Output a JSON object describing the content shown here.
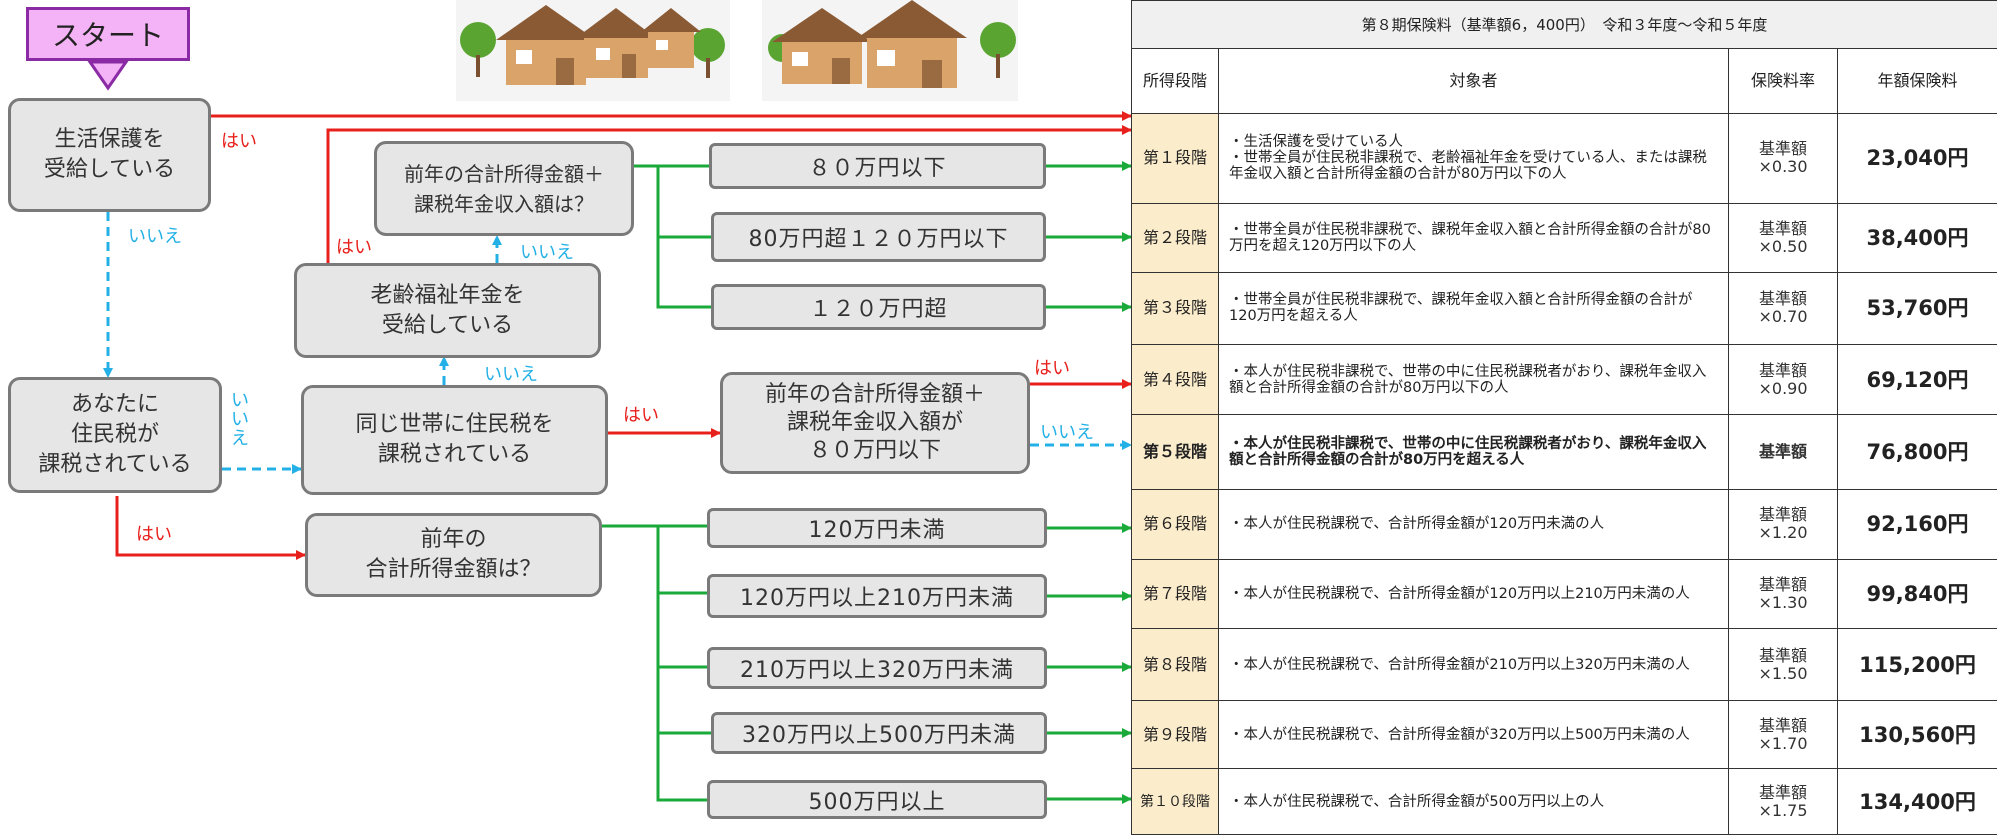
{
  "flow": {
    "start": "スタート",
    "q_welfare": "生活保護を\n受給している",
    "q_taxed": "あなたに\n住民税が\n課税されている",
    "q_pension": "老齢福祉年金を\n受給している",
    "q_pension_income": "前年の合計所得金額＋\n課税年金収入額は？",
    "q_household": "同じ世帯に住民税を\n課税されている",
    "q_80": "前年の合計所得金額＋\n課税年金収入額が\n８０万円以下",
    "q_income": "前年の\n合計所得金額は？",
    "opt_1": "８０万円以下",
    "opt_2": "80万円超１２０万円以下",
    "opt_3": "１２０万円超",
    "opt_6": "120万円未満",
    "opt_7": "120万円以上210万円未満",
    "opt_8": "210万円以上320万円未満",
    "opt_9": "320万円以上500万円未満",
    "opt_10": "500万円以上",
    "yes": "はい",
    "no": "いいえ"
  },
  "table": {
    "title": "第８期保険料（基準額6，400円）　令和３年度～令和５年度",
    "headers": [
      "所得段階",
      "対象者",
      "保険料率",
      "年額保険料"
    ],
    "rows": [
      {
        "stage": "第１段階",
        "desc": "・生活保護を受けている人\n・世帯全員が住民税非課税で、老齢福祉年金を受けている人、または課税年金収入額と合計所得金額の合計が80万円以下の人",
        "rate": "基準額\n×0.30",
        "amount": "23,040円"
      },
      {
        "stage": "第２段階",
        "desc": "・世帯全員が住民税非課税で、課税年金収入額と合計所得金額の合計が80万円を超え120万円以下の人",
        "rate": "基準額\n×0.50",
        "amount": "38,400円"
      },
      {
        "stage": "第３段階",
        "desc": "・世帯全員が住民税非課税で、課税年金収入額と合計所得金額の合計が120万円を超える人",
        "rate": "基準額\n×0.70",
        "amount": "53,760円"
      },
      {
        "stage": "第４段階",
        "desc": "・本人が住民税非課税で、世帯の中に住民税課税者がおり、課税年金収入額と合計所得金額の合計が80万円以下の人",
        "rate": "基準額\n×0.90",
        "amount": "69,120円"
      },
      {
        "stage": "第５段階",
        "desc": "・本人が住民税非課税で、世帯の中に住民税課税者がおり、課税年金収入額と合計所得金額の合計が80万円を超える人",
        "rate": "基準額",
        "amount": "76,800円"
      },
      {
        "stage": "第６段階",
        "desc": "・本人が住民税課税で、合計所得金額が120万円未満の人",
        "rate": "基準額\n×1.20",
        "amount": "92,160円"
      },
      {
        "stage": "第７段階",
        "desc": "・本人が住民税課税で、合計所得金額が120万円以上210万円未満の人",
        "rate": "基準額\n×1.30",
        "amount": "99,840円"
      },
      {
        "stage": "第８段階",
        "desc": "・本人が住民税課税で、合計所得金額が210万円以上320万円未満の人",
        "rate": "基準額\n×1.50",
        "amount": "115,200円"
      },
      {
        "stage": "第９段階",
        "desc": "・本人が住民税課税で、合計所得金額が320万円以上500万円未満の人",
        "rate": "基準額\n×1.70",
        "amount": "130,560円"
      },
      {
        "stage": "第１０段階",
        "desc": "・本人が住民税課税で、合計所得金額が500万円以上の人",
        "rate": "基準額\n×1.75",
        "amount": "134,400円"
      }
    ]
  },
  "colors": {
    "yes": "#e8201c",
    "no": "#23b0e6",
    "branch": "#1aaa3a",
    "stage_bg": "#fbeccb"
  }
}
